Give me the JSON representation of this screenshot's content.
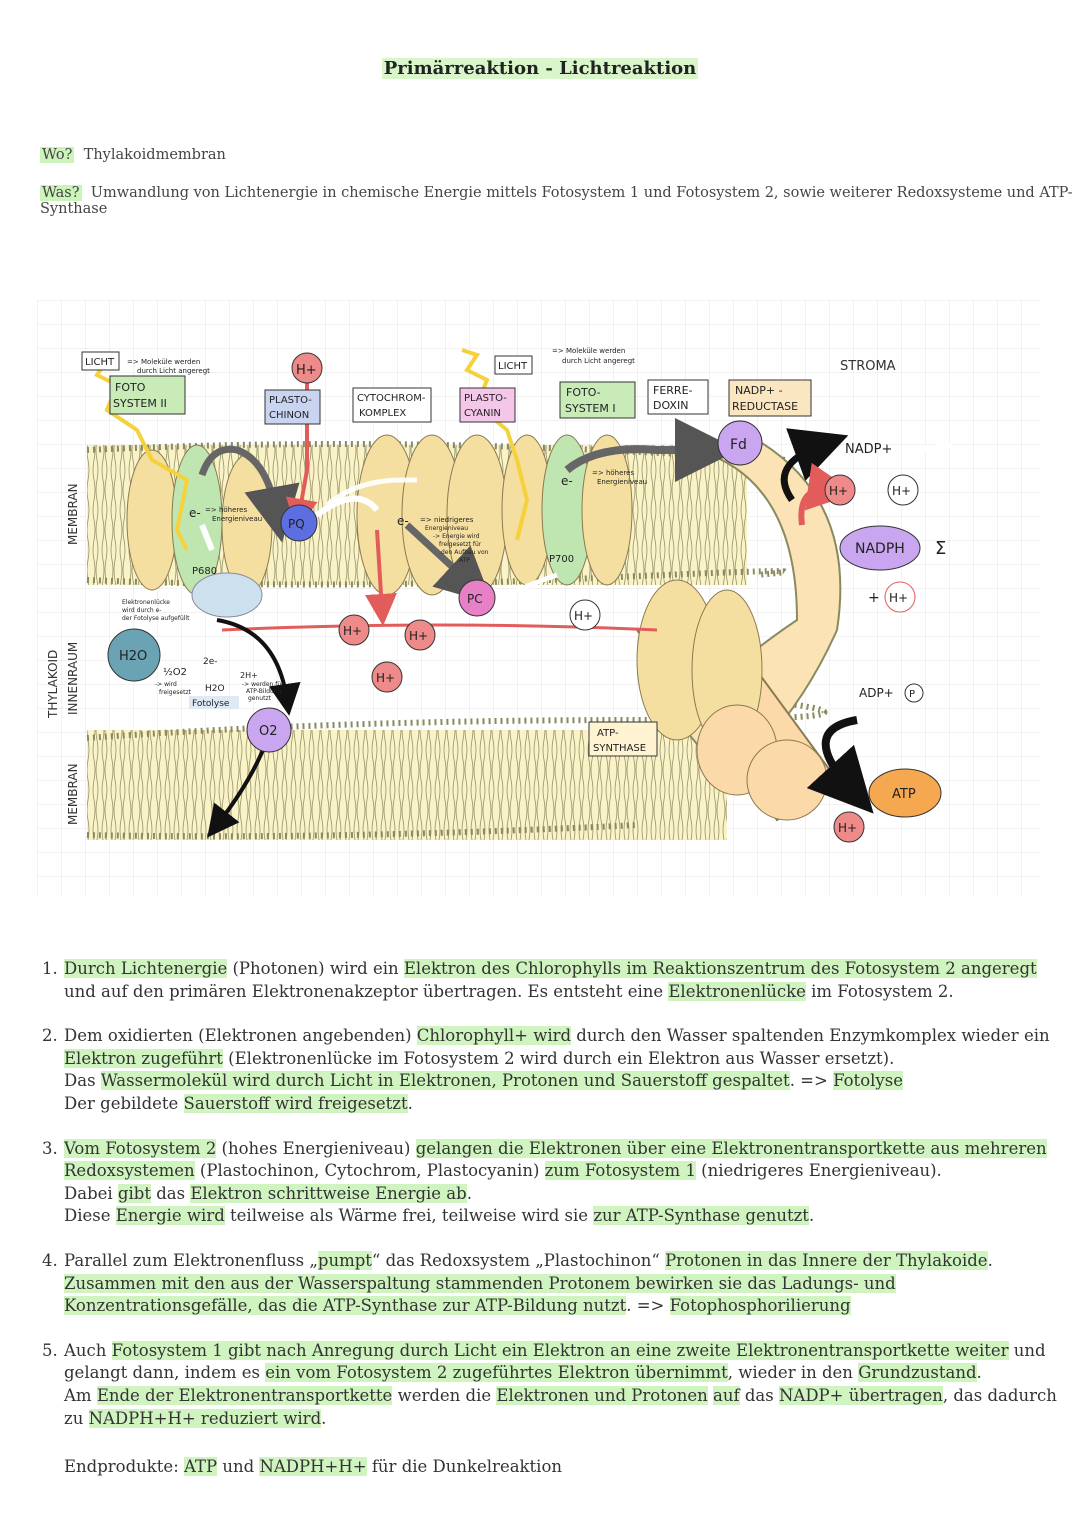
{
  "title": "Primärreaktion - Lichtreaktion",
  "wo": {
    "label": "Wo?",
    "text": "Thylakoidmembran"
  },
  "was": {
    "label": "Was?",
    "text": "Umwandlung von Lichtenergie in chemische Energie mittels Fotosystem 1 und Fotosystem 2, sowie weiterer Redoxsysteme und ATP-Synthase"
  },
  "diagram": {
    "side_labels": {
      "membran_top": "MEMBRAN",
      "innenraum": "INNENRAUM",
      "thylakoid": "THYLAKOID",
      "membran_bottom": "MEMBRAN"
    },
    "stroma": "STROMA",
    "licht1": "LICHT",
    "licht2": "LICHT",
    "note_excited1_a": "=> Moleküle werden",
    "note_excited1_b": "durch Licht angeregt",
    "note_excited2_a": "=> Moleküle werden",
    "note_excited2_b": "durch Licht angeregt",
    "boxes": {
      "fs2_a": "FOTO",
      "fs2_b": "SYSTEM II",
      "pq_a": "PLASTO-",
      "pq_b": "CHINON",
      "cyt_a": "CYTOCHROM-",
      "cyt_b": "KOMPLEX",
      "pc_a": "PLASTO-",
      "pc_b": "CYANIN",
      "fs1_a": "FOTO-",
      "fs1_b": "SYSTEM I",
      "fd_a": "FERRE-",
      "fd_b": "DOXIN",
      "nr_a": "NADP+ -",
      "nr_b": "REDUCTASE",
      "atp_a": "ATP-",
      "atp_b": "SYNTHASE"
    },
    "molecules": {
      "hplus": "H+",
      "pq": "PQ",
      "pc": "PC",
      "fd": "Fd",
      "nadp": "NADP+",
      "nadph": "NADPH",
      "plus": "+",
      "adp": "ADP+",
      "p": "P",
      "atp": "ATP",
      "h2o": "H2O",
      "o2": "O2",
      "electron": "e-",
      "p680": "P680",
      "p700": "P700",
      "sigma": "Σ"
    },
    "notes": {
      "hoeheres_a": "=> höheres",
      "hoeheres_b": "Energieniveau",
      "hoeheres2_a": "=> höheres",
      "hoeheres2_b": "Energieniveau",
      "niedrig_a": "=> niedrigeres",
      "niedrig_b": "Energieniveau",
      "niedrig_c": "-> Energie wird",
      "niedrig_d": "freigesetzt für",
      "niedrig_e": "den Aufbau von",
      "niedrig_f": "ATP",
      "luecke_a": "Elektronenlücke",
      "luecke_b": "wird durch e-",
      "luecke_c": "der Fotolyse aufgefüllt",
      "o2_half": "½O2",
      "o2_freed_a": "-> wird",
      "o2_freed_b": "freigesetzt",
      "two_e": "2e-",
      "two_h": "2H+",
      "h_used_a": "-> werden für",
      "h_used_b": "ATP-Bildung",
      "h_used_c": "genutzt",
      "fotolyse": "Fotolyse"
    }
  },
  "items": [
    {
      "number": "1.",
      "lines": [
        [
          [
            "Durch Lichtenergie",
            true
          ],
          [
            " (Photonen) wird ein ",
            false
          ],
          [
            "Elektron des Chlorophylls im Reaktionszentrum des Fotosystem 2 angeregt",
            true
          ]
        ],
        [
          [
            "und auf den primären Elektronenakzeptor übertragen. Es entsteht eine ",
            false
          ],
          [
            "Elektronenlücke",
            true
          ],
          [
            " im Fotosystem 2.",
            false
          ]
        ]
      ]
    },
    {
      "number": "2.",
      "lines": [
        [
          [
            "Dem oxidierten (Elektronen angebenden) ",
            false
          ],
          [
            "Chlorophyll+ wird",
            true
          ],
          [
            " durch den Wasser spaltenden Enzymkomplex wieder ein",
            false
          ]
        ],
        [
          [
            "Elektron zugeführt",
            true
          ],
          [
            " (Elektronenlücke im Fotosystem 2 wird durch ein Elektron aus Wasser ersetzt).",
            false
          ]
        ],
        [
          [
            "Das ",
            false
          ],
          [
            "Wassermolekül wird durch Licht in Elektronen, Protonen und Sauerstoff gespaltet",
            true
          ],
          [
            ". => ",
            false
          ],
          [
            "Fotolyse",
            true
          ]
        ],
        [
          [
            "Der gebildete ",
            false
          ],
          [
            "Sauerstoff wird freigesetzt",
            true
          ],
          [
            ".",
            false
          ]
        ]
      ]
    },
    {
      "number": "3.",
      "lines": [
        [
          [
            "Vom Fotosystem 2",
            true
          ],
          [
            " (hohes Energieniveau) ",
            false
          ],
          [
            "gelangen die Elektronen über eine Elektronentransportkette aus mehreren",
            true
          ]
        ],
        [
          [
            "Redoxsystemen",
            true
          ],
          [
            " (Plastochinon, Cytochrom, Plastocyanin) ",
            false
          ],
          [
            "zum Fotosystem 1",
            true
          ],
          [
            " (niedrigeres Energieniveau).",
            false
          ]
        ],
        [
          [
            "Dabei ",
            false
          ],
          [
            "gibt",
            true
          ],
          [
            " das ",
            false
          ],
          [
            "Elektron schrittweise Energie ab",
            true
          ],
          [
            ".",
            false
          ]
        ],
        [
          [
            "Diese ",
            false
          ],
          [
            "Energie wird",
            true
          ],
          [
            " teilweise als Wärme frei, teilweise wird sie ",
            false
          ],
          [
            "zur ATP-Synthase genutzt",
            true
          ],
          [
            ".",
            false
          ]
        ]
      ]
    },
    {
      "number": "4.",
      "lines": [
        [
          [
            "Parallel zum Elektronenfluss „",
            false
          ],
          [
            "pumpt",
            true
          ],
          [
            "“ das Redoxsystem „Plastochinon“ ",
            false
          ],
          [
            "Protonen in das Innere der Thylakoide",
            true
          ],
          [
            ".",
            false
          ]
        ],
        [
          [
            "Zusammen mit den aus der Wasserspaltung stammenden Protonem bewirken sie das Ladungs- und",
            true
          ]
        ],
        [
          [
            "Konzentrationsgefälle, das die ATP-Synthase zur ATP-Bildung nutzt",
            true
          ],
          [
            ". => ",
            false
          ],
          [
            "Fotophosphorilierung",
            true
          ]
        ]
      ]
    },
    {
      "number": "5.",
      "lines": [
        [
          [
            "Auch ",
            false
          ],
          [
            "Fotosystem 1 gibt nach Anregung durch Licht ein Elektron an eine zweite Elektronentransportkette weiter",
            true
          ],
          [
            " und",
            false
          ]
        ],
        [
          [
            "gelangt dann, indem es ",
            false
          ],
          [
            "ein vom Fotosystem 2 zugeführtes Elektron übernimmt",
            true
          ],
          [
            ", wieder in den ",
            false
          ],
          [
            "Grundzustand",
            true
          ],
          [
            ".",
            false
          ]
        ],
        [
          [
            "Am ",
            false
          ],
          [
            "Ende der Elektronentransportkette",
            true
          ],
          [
            " werden die ",
            false
          ],
          [
            "Elektronen und Protonen",
            true
          ],
          [
            " ",
            false
          ],
          [
            "auf",
            true
          ],
          [
            " das ",
            false
          ],
          [
            "NADP+ übertragen",
            true
          ],
          [
            ", das dadurch",
            false
          ]
        ],
        [
          [
            "zu ",
            false
          ],
          [
            "NADPH+H+ reduziert wird",
            true
          ],
          [
            ".",
            false
          ]
        ]
      ]
    }
  ],
  "endprodukte": [
    [
      "Endprodukte: ",
      false
    ],
    [
      "ATP",
      true
    ],
    [
      " und ",
      false
    ],
    [
      "NADPH+H+",
      true
    ],
    [
      " für die Dunkelreaktion",
      false
    ]
  ]
}
